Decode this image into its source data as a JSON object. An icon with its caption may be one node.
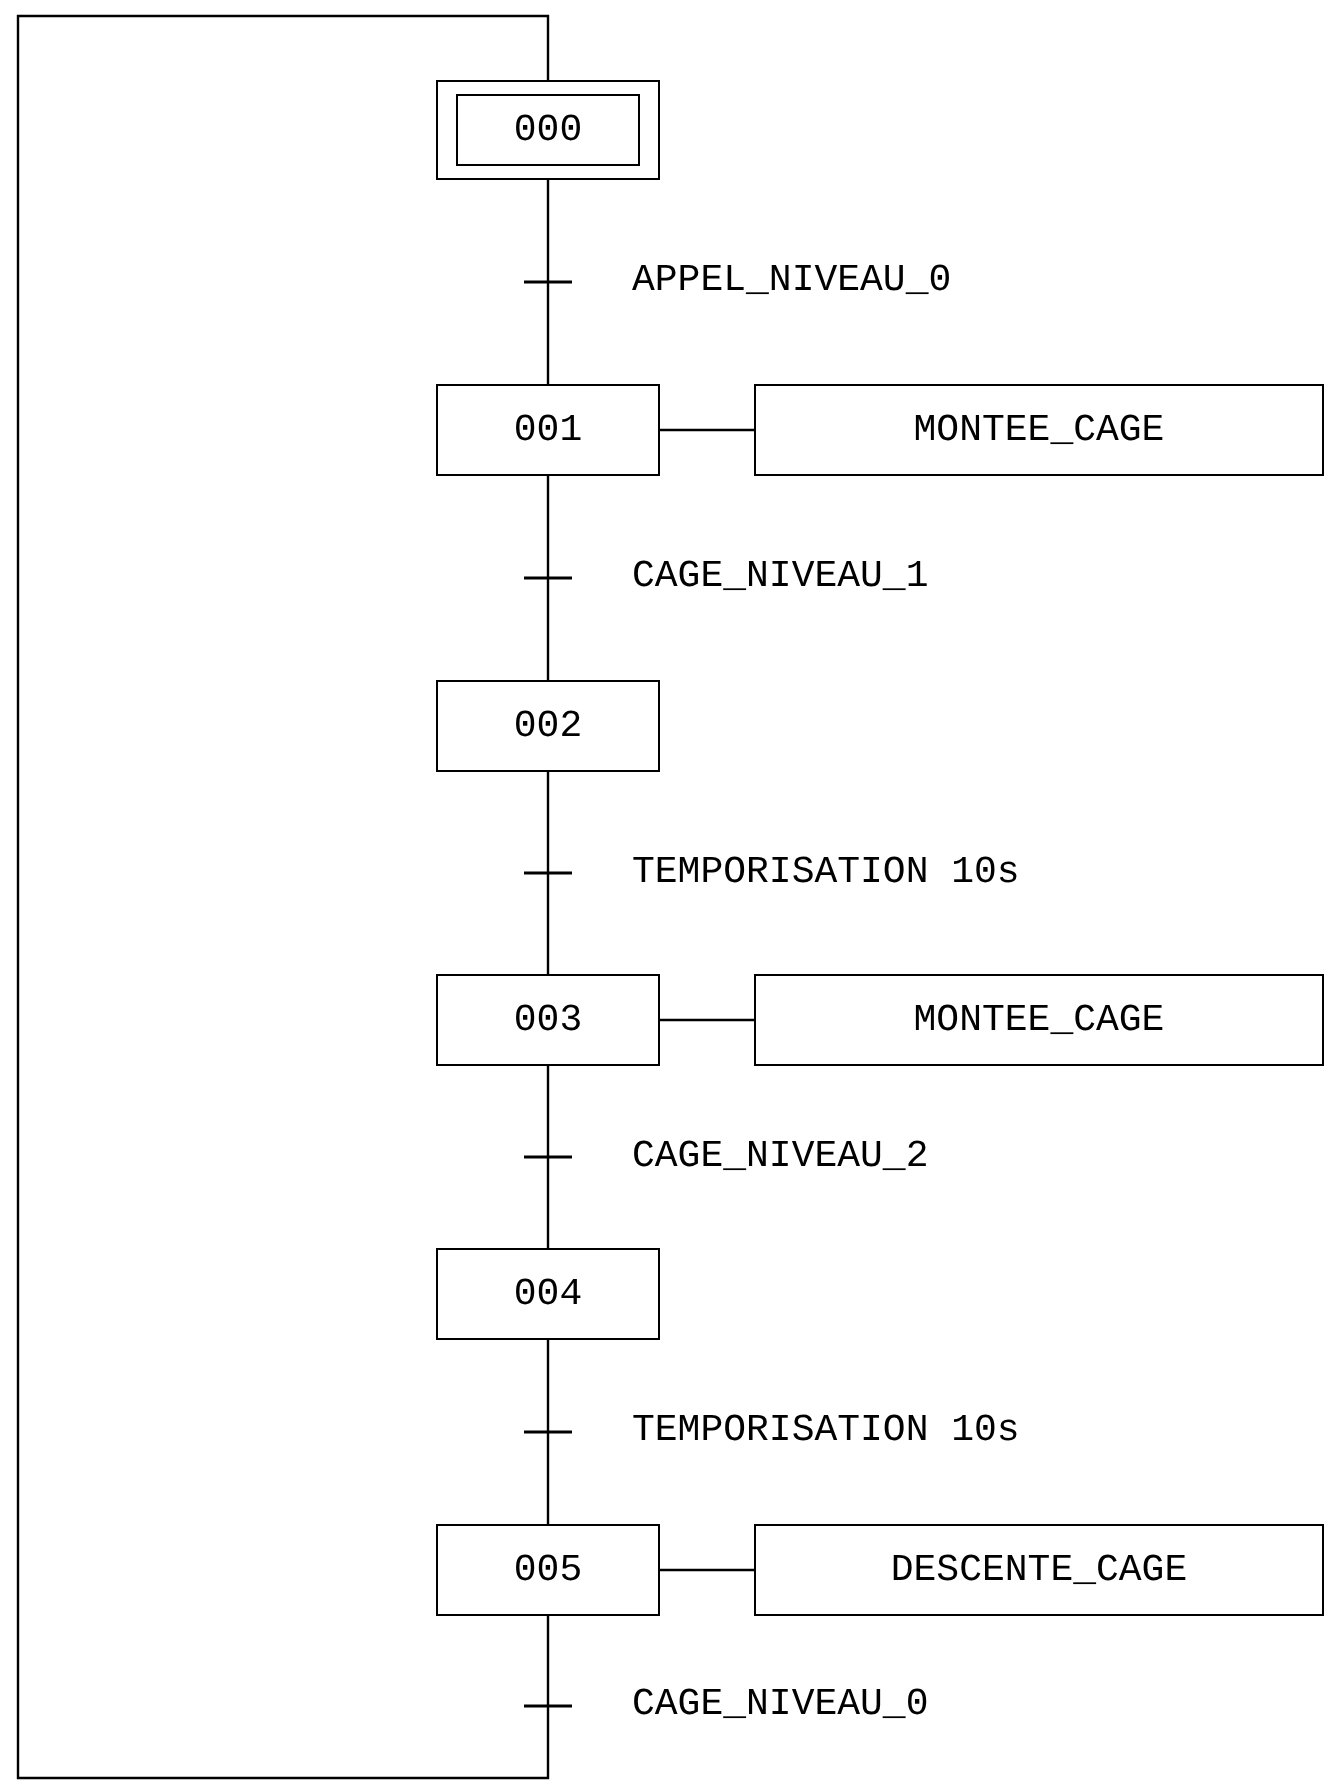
{
  "diagram": {
    "nodes": [
      {
        "text": [
          "000"
        ]
      },
      {
        "text": [
          "001"
        ]
      },
      {
        "text": [
          "MONTEE_CAGE"
        ]
      },
      {
        "text": [
          "002"
        ]
      },
      {
        "text": [
          "003"
        ]
      },
      {
        "text": [
          "MONTEE_CAGE"
        ]
      },
      {
        "text": [
          "004"
        ]
      },
      {
        "text": [
          "005"
        ]
      },
      {
        "text": [
          "DESCENTE_CAGE"
        ]
      }
    ],
    "edges": [
      {
        "from": 0,
        "to": 1,
        "arrow": "none",
        "label": "APPEL_NIVEAU_0"
      },
      {
        "from": 1,
        "to": 2,
        "arrow": "none"
      },
      {
        "from": 1,
        "to": 3,
        "arrow": "none",
        "label": "CAGE_NIVEAU_1"
      },
      {
        "from": 3,
        "to": 4,
        "arrow": "none",
        "label": "TEMPORISATION 10s"
      },
      {
        "from": 4,
        "to": 5,
        "arrow": "none"
      },
      {
        "from": 4,
        "to": 6,
        "arrow": "none",
        "label": "CAGE_NIVEAU_2"
      },
      {
        "from": 6,
        "to": 7,
        "arrow": "none",
        "label": "TEMPORISATION 10s"
      },
      {
        "from": 7,
        "to": 8,
        "arrow": "none"
      },
      {
        "from": 7,
        "to": 0,
        "arrow": "none",
        "label": "CAGE_NIVEAU_0"
      }
    ]
  }
}
